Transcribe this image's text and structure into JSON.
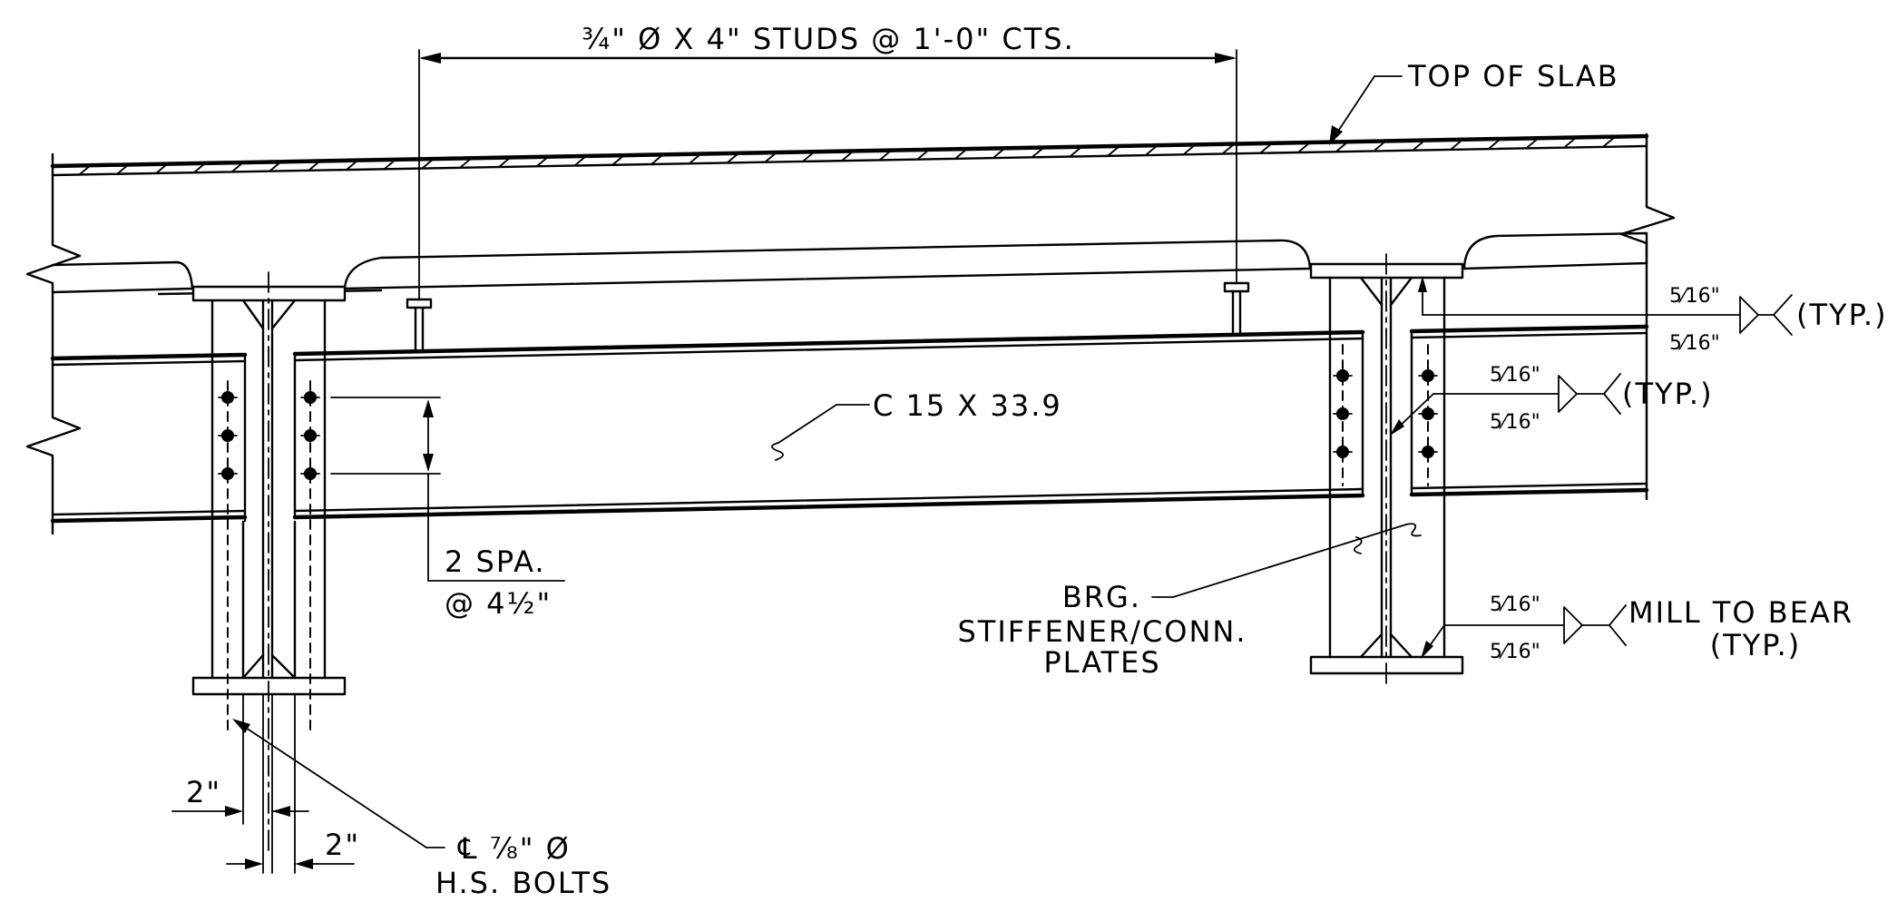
{
  "labels": {
    "studs": "¾\" Ø X 4\" STUDS @ 1'-0\" CTS.",
    "top_of_slab": "TOP OF SLAB",
    "channel": "C 15 X 33.9",
    "spacing_line1": "2 SPA.",
    "spacing_line2": "@ 4½\"",
    "stiffener_line1": "BRG.",
    "stiffener_line2": "STIFFENER/CONN.",
    "stiffener_line3": "PLATES",
    "mill_line1": "MILL TO BEAR",
    "mill_line2": "(TYP.)",
    "typ_upper": "(TYP.)",
    "typ_middle": "(TYP.)",
    "dim_2in_left": "2\"",
    "dim_2in_right": "2\"",
    "bolts_line1": "℄ ⅞\" Ø",
    "bolts_line2": "H.S. BOLTS"
  },
  "welds": {
    "upper_top": "5⁄16\"",
    "upper_bottom": "5⁄16\"",
    "middle_top": "5⁄16\"",
    "middle_bottom": "5⁄16\"",
    "lower_top": "5⁄16\"",
    "lower_bottom": "5⁄16\""
  }
}
